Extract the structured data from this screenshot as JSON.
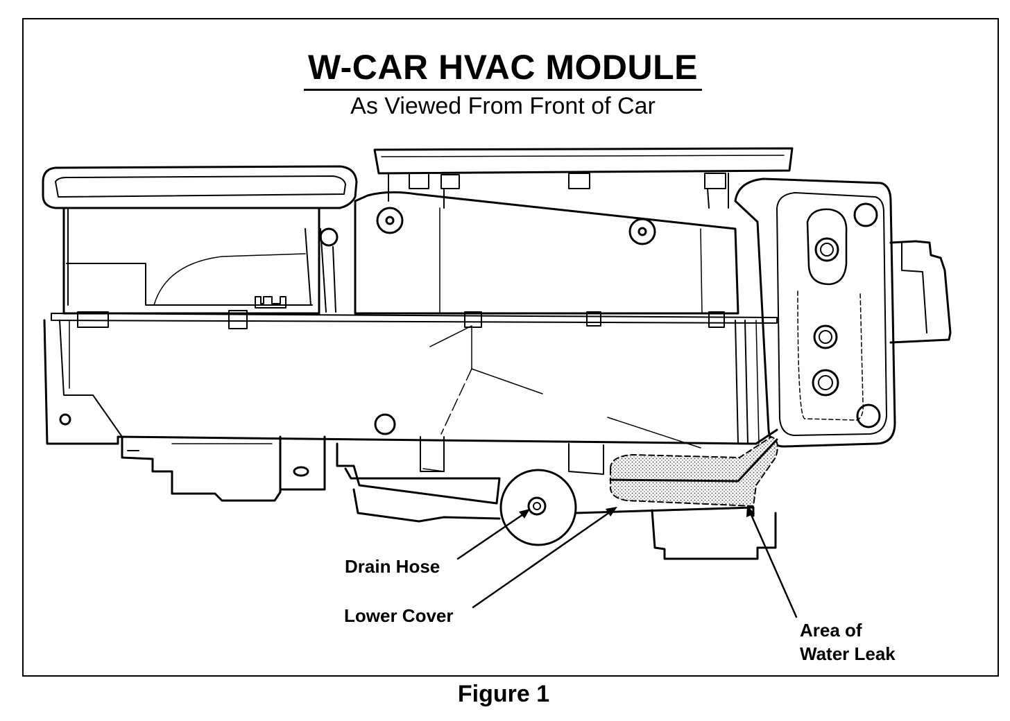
{
  "title": "W-CAR HVAC MODULE",
  "subtitle": "As Viewed From Front of Car",
  "labels": {
    "drain_hose": "Drain Hose",
    "lower_cover": "Lower Cover",
    "water_leak_line1": "Area of",
    "water_leak_line2": "Water Leak"
  },
  "caption": "Figure 1"
}
